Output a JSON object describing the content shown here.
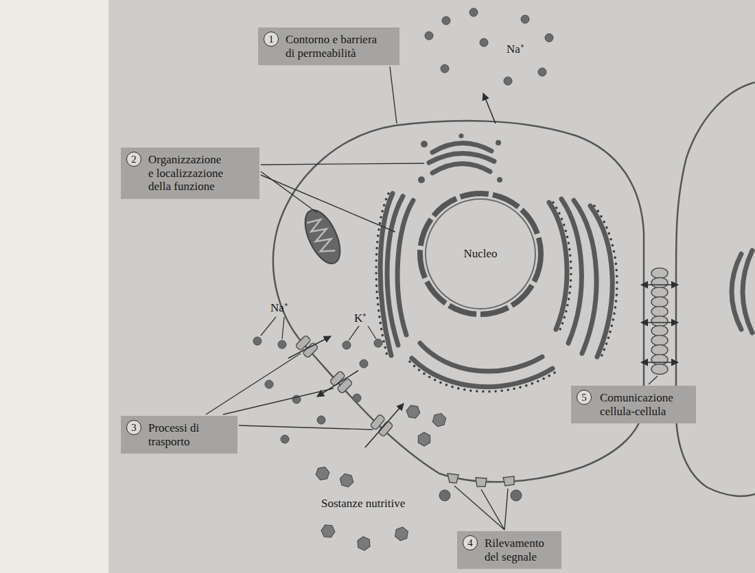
{
  "diagram": {
    "nodes": [
      {
        "text": [
          "1",
          "Contorno e barriera di permeabilità"
        ]
      },
      {
        "text": [
          "2",
          "Organizzazione e localizzazione della funzione"
        ]
      },
      {
        "text": [
          "3",
          "Processi di trasporto"
        ]
      },
      {
        "text": [
          "4",
          "Rilevamento del segnale"
        ]
      },
      {
        "text": [
          "5",
          "Comunicazione cellula-cellula"
        ]
      },
      {
        "text": [
          "Nucleo"
        ]
      }
    ],
    "labels": [
      "Na⁺",
      "Na⁺",
      "K⁺",
      "Sostanze nutritive"
    ]
  }
}
